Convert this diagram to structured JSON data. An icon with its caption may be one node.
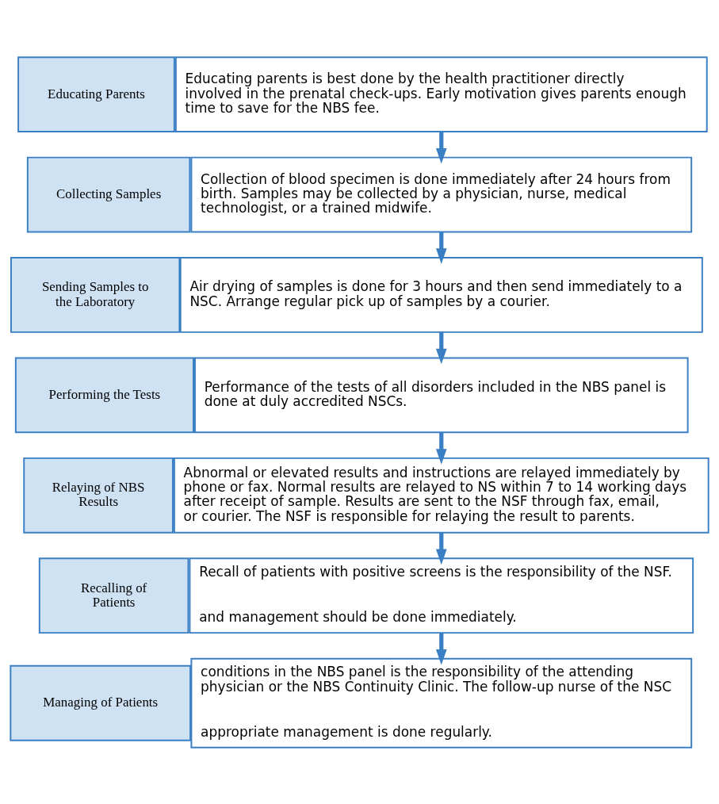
{
  "diagram": {
    "nodes": [
      {
        "text": [
          "Educating Parents"
        ]
      },
      {
        "text": [
          "Educating parents is best done by the health practitioner directly involved in the prenatal check-ups. Early motivation gives parents enough time to save for the NBS fee."
        ]
      },
      {
        "text": [
          "Collecting Samples"
        ]
      },
      {
        "text": [
          "Collection of blood specimen is done immediately after 24 hours from birth. Samples may be collected by a physician, nurse, medical technologist, or a trained midwife."
        ]
      },
      {
        "text": [
          "Sending Samples to the Laboratory"
        ]
      },
      {
        "text": [
          "Air drying of samples is done for 3 hours and then send immediately to a NSC. Arrange regular pick up of samples by a courier."
        ]
      },
      {
        "text": [
          "Performing the Tests"
        ]
      },
      {
        "text": [
          "Performance of the tests of all disorders included in the NBS panel is done at duly accredited NSCs."
        ]
      },
      {
        "text": [
          "Relaying of NBS Results"
        ]
      },
      {
        "text": [
          "Abnormal or elevated results and instructions are relayed immediately by phone or fax. Normal results are relayed to NS within 7 to 14 working days after receipt of sample. Results are sent to the NSF through fax, email, or courier. The NSF is responsible for relaying the result to parents."
        ]
      },
      {
        "text": [
          "Recalling of Patients"
        ]
      },
      {
        "text": [
          "Recall of patients with positive screens is the responsibility of the NSF.",
          "and management should be done immediately."
        ]
      },
      {
        "text": [
          "Managing of Patients"
        ]
      },
      {
        "text": [
          "conditions in the NBS panel is the responsibility of the attending physician or the NBS Continuity Clinic. The follow-up nurse of the NSC",
          "appropriate management is done regularly."
        ]
      }
    ],
    "edges": [
      {
        "from": 1,
        "to": 3,
        "arrow": "to"
      },
      {
        "from": 3,
        "to": 5,
        "arrow": "to"
      },
      {
        "from": 5,
        "to": 7,
        "arrow": "to"
      },
      {
        "from": 7,
        "to": 9,
        "arrow": "to"
      },
      {
        "from": 9,
        "to": 11,
        "arrow": "to"
      },
      {
        "from": 11,
        "to": 13,
        "arrow": "to"
      }
    ]
  }
}
